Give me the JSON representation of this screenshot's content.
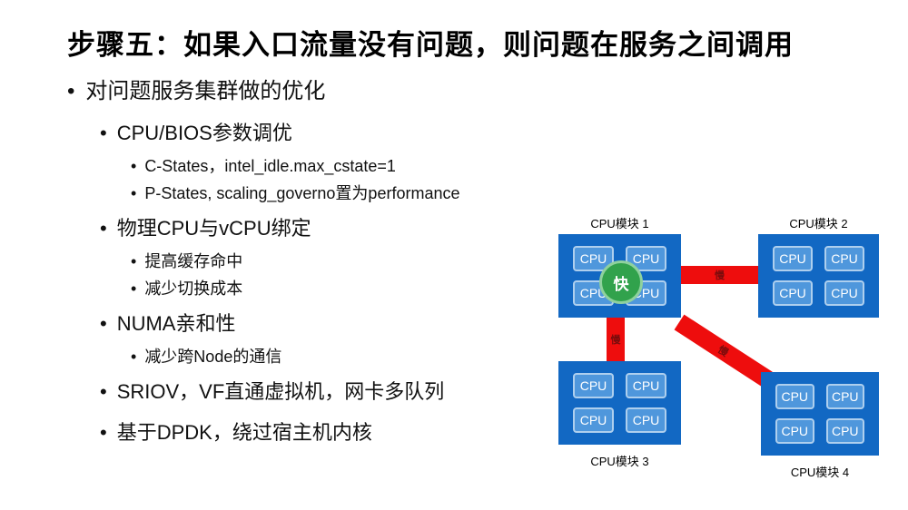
{
  "slide": {
    "title": "步骤五：如果入口流量没有问题，则问题在服务之间调用",
    "bullet_char": "•",
    "bullets": [
      {
        "level": 1,
        "text": "对问题服务集群做的优化"
      },
      {
        "level": 2,
        "text": "CPU/BIOS参数调优"
      },
      {
        "level": 3,
        "text": "C-States，intel_idle.max_cstate=1"
      },
      {
        "level": 3,
        "text": "P-States, scaling_governo置为performance"
      },
      {
        "level": 2,
        "text": "物理CPU与vCPU绑定"
      },
      {
        "level": 3,
        "text": "提高缓存命中"
      },
      {
        "level": 3,
        "text": "减少切换成本"
      },
      {
        "level": 2,
        "text": "NUMA亲和性"
      },
      {
        "level": 3,
        "text": "减少跨Node的通信"
      },
      {
        "level": 2,
        "text": "SRIOV，VF直通虚拟机，网卡多队列"
      },
      {
        "level": 2,
        "text": "基于DPDK，绕过宿主机内核"
      }
    ]
  },
  "diagram": {
    "modules": [
      {
        "name": "CPU模块 1"
      },
      {
        "name": "CPU模块 2"
      },
      {
        "name": "CPU模块 3"
      },
      {
        "name": "CPU模块 4"
      }
    ],
    "cpu_label": "CPU",
    "fast_label": "快",
    "slow_label": "慢",
    "colors": {
      "module_blue": "#1268c3",
      "cpu_blue": "#4f97dc",
      "link_red": "#ee0d0d",
      "fast_green": "#31a24c"
    }
  }
}
